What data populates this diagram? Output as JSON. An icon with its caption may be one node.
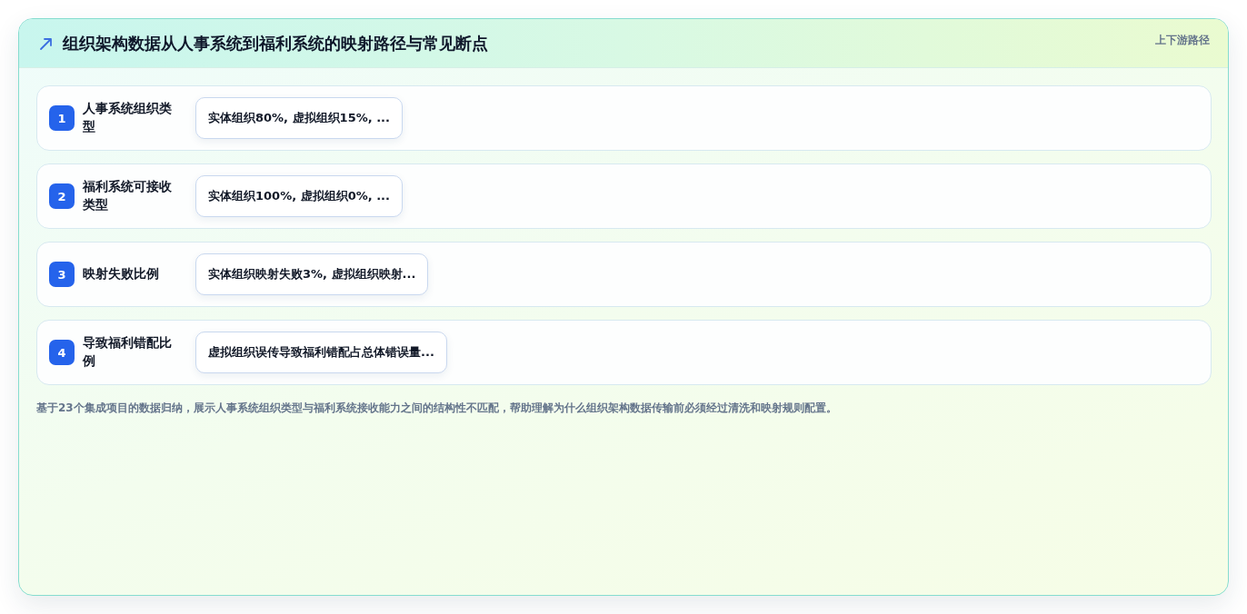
{
  "diagram": {
    "title": "组织架构数据从人事系统到福利系统的映射路径与常见断点",
    "caption": "基于23个集成项目的数据归纳，展示人事系统组织类型与福利系统接收能力之间的结构性不匹配，帮助理解为什么组织架构数据传输前必须经过清洗和映射规则配置。",
    "nodes": [
      {
        "text": [
          "人事系统组织类型"
        ]
      },
      {
        "text": [
          "1"
        ],
        "in": 0
      },
      {
        "text": [
          "实体组织80%, 虚拟组织15%, ..."
        ],
        "in": 0
      },
      {
        "text": [
          "福利系统可接收类型"
        ]
      },
      {
        "text": [
          "2"
        ],
        "in": 3
      },
      {
        "text": [
          "实体组织100%, 虚拟组织0%, ..."
        ],
        "in": 3
      },
      {
        "text": [
          "映射失败比例"
        ]
      },
      {
        "text": [
          "3"
        ],
        "in": 6
      },
      {
        "text": [
          "实体组织映射失败3%, 虚拟组织映射..."
        ],
        "in": 6
      },
      {
        "text": [
          "导致福利错配比例"
        ]
      },
      {
        "text": [
          "4"
        ],
        "in": 9
      },
      {
        "text": [
          "虚拟组织误传导致福利错配占总体错误量..."
        ],
        "in": 9
      }
    ],
    "labels": [
      "上下游路径"
    ]
  }
}
